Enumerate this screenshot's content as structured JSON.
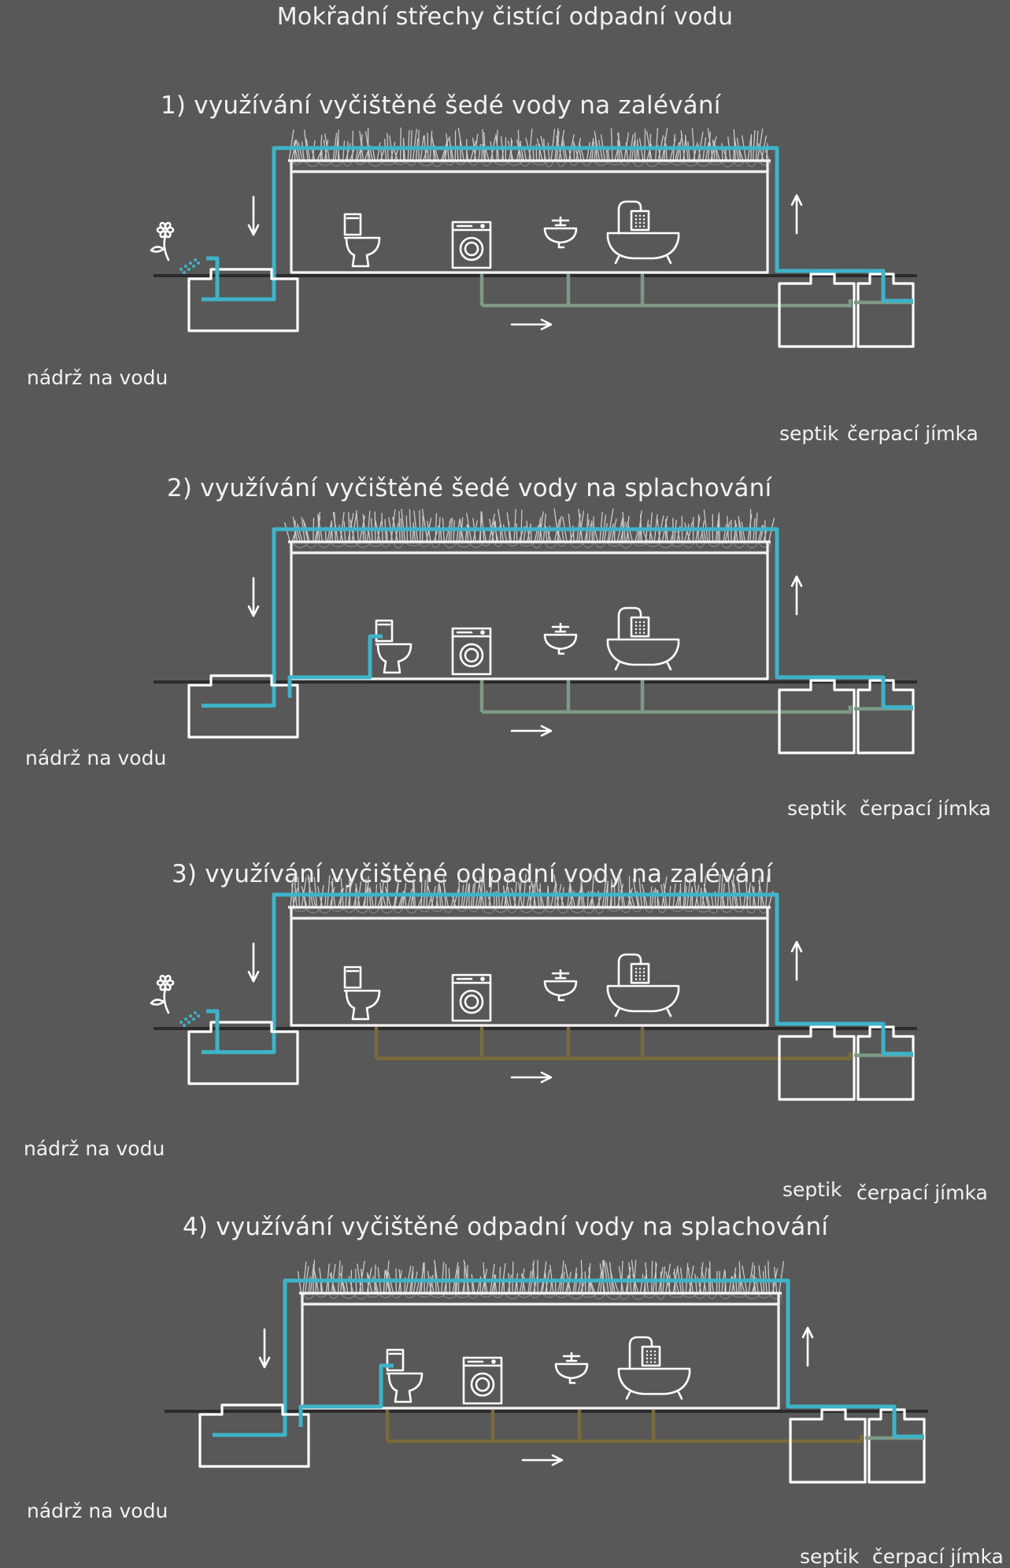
{
  "title": "Mokřadní střechy čistící odpadní vodu",
  "labels": {
    "tank": "nádrž na vodu",
    "septic": "septik",
    "pump_sump": "čerpací jímka"
  },
  "panels": [
    {
      "title": "1) využívání vyčištěné šedé vody na zalévání",
      "variant": "irrigation",
      "drain": "grey-water"
    },
    {
      "title": "2) využívání vyčištěné šedé vody na splachování",
      "variant": "flushing",
      "drain": "grey-water"
    },
    {
      "title": "3) využívání vyčištěné odpadní vody na zalévání",
      "variant": "irrigation",
      "drain": "waste-water"
    },
    {
      "title": "4) využívání vyčištěné odpadní vody na splachování",
      "variant": "flushing",
      "drain": "waste-water"
    }
  ],
  "colors": {
    "background": "#575857",
    "clean_water_pipe": "#3fb3c8",
    "grey_water_pipe": "#7e9a86",
    "waste_water_pipe": "#7a6a3b",
    "lines": "#ffffff"
  },
  "icons": [
    "toilet-icon",
    "washing-machine-icon",
    "sink-icon",
    "bathtub-icon",
    "flower-icon",
    "arrow-down-icon",
    "arrow-up-icon",
    "arrow-right-icon"
  ]
}
